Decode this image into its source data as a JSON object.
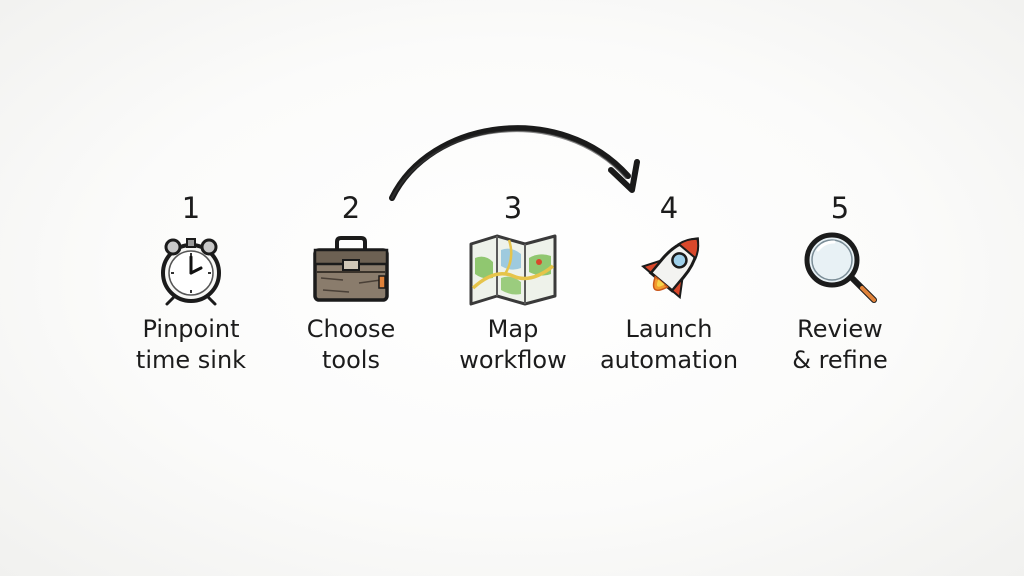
{
  "steps": [
    {
      "number": "1",
      "icon": "stopwatch-icon",
      "label_line1": "Pinpoint",
      "label_line2": "time sink"
    },
    {
      "number": "2",
      "icon": "toolbox-icon",
      "label_line1": "Choose",
      "label_line2": "tools"
    },
    {
      "number": "3",
      "icon": "map-icon",
      "label_line1": "Map",
      "label_line2": "workflow"
    },
    {
      "number": "4",
      "icon": "rocket-icon",
      "label_line1": "Launch",
      "label_line2": "automation"
    },
    {
      "number": "5",
      "icon": "magnifying-glass-icon",
      "label_line1": "Review",
      "label_line2": "& refine"
    }
  ],
  "arrow": {
    "from_step": "2",
    "to_step": "4"
  },
  "colors": {
    "ink": "#1c1c1c",
    "background": "#fbfbfa",
    "map_green": "#7fbf5a",
    "map_blue": "#8fc3dc",
    "map_yellow": "#e6c44a",
    "rocket_red": "#d9482b",
    "flame_orange": "#f29a2e",
    "toolbox_brown": "#7a6a58"
  }
}
